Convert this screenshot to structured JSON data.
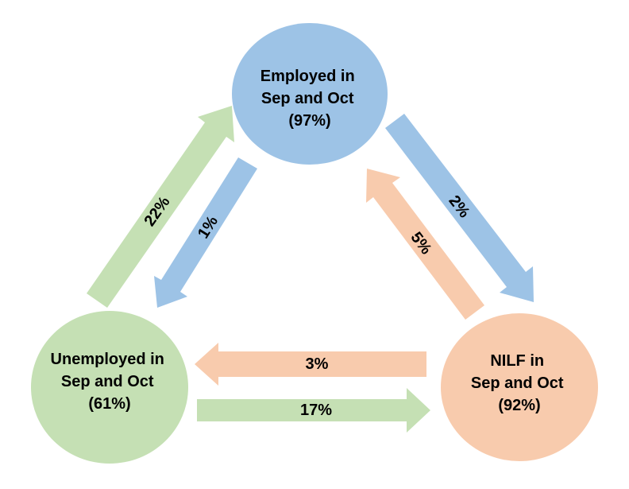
{
  "diagram": {
    "type": "labor-force-transition-flow",
    "nodes": [
      {
        "id": "employed",
        "lines": [
          "Employed in",
          "Sep and Oct",
          "(97%)"
        ]
      },
      {
        "id": "unemployed",
        "lines": [
          "Unemployed in",
          "Sep and Oct",
          "(61%)"
        ]
      },
      {
        "id": "nilf",
        "lines": [
          "NILF in",
          "Sep and Oct",
          "(92%)"
        ]
      }
    ]
  },
  "nodes": [
    {
      "id": "employed",
      "lines": [
        "Employed in",
        "Sep and Oct",
        "(97%)"
      ]
    },
    {
      "id": "unemployed",
      "lines": [
        "Unemployed in",
        "Sep and Oct",
        "(61%)"
      ]
    },
    {
      "id": "nilf",
      "lines": [
        "NILF in",
        "Sep and Oct",
        "(92%)"
      ]
    }
  ],
  "edges": [
    {
      "from": "unemployed",
      "to": "employed",
      "label": "22%"
    },
    {
      "from": "employed",
      "to": "unemployed",
      "label": "1%"
    },
    {
      "from": "employed",
      "to": "nilf",
      "label": "2%"
    },
    {
      "from": "nilf",
      "to": "employed",
      "label": "5%"
    },
    {
      "from": "nilf",
      "to": "unemployed",
      "label": "3%"
    },
    {
      "from": "unemployed",
      "to": "nilf",
      "label": "17%"
    }
  ],
  "colors": {
    "employed": "#9DC3E6",
    "unemployed": "#C5E0B4",
    "nilf": "#F8CBAD",
    "text": "#000000",
    "background": "#FFFFFF"
  }
}
